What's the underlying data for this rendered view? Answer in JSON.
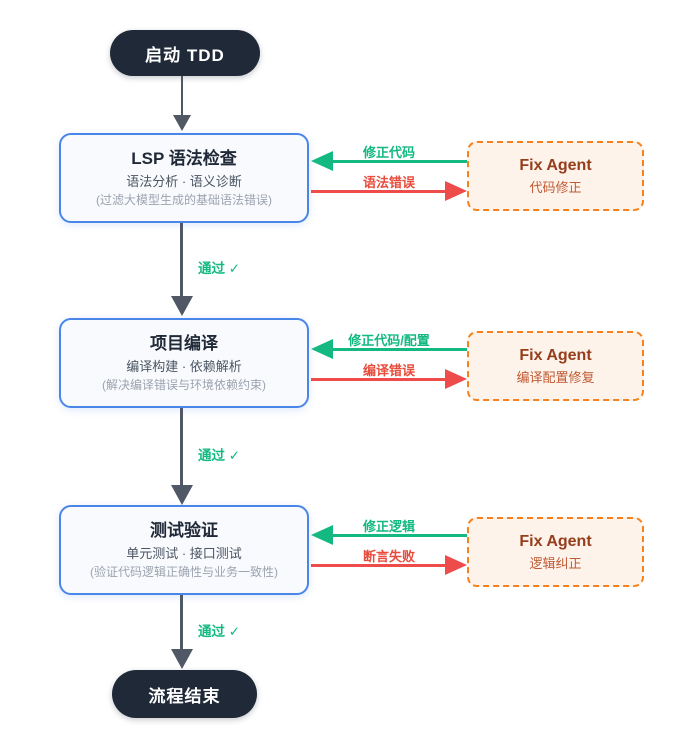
{
  "start_node": {
    "label": "启动 TDD"
  },
  "end_node": {
    "label": "流程结束"
  },
  "pass_label": "通过 ✓",
  "stages": [
    {
      "title": "LSP 语法检查",
      "subtitle": "语法分析 · 语义诊断",
      "note": "(过滤大模型生成的基础语法错误)",
      "fix_label": "修正代码",
      "error_label": "语法错误",
      "fix_agent": {
        "title": "Fix Agent",
        "subtitle": "代码修正"
      }
    },
    {
      "title": "项目编译",
      "subtitle": "编译构建 · 依赖解析",
      "note": "(解决编译错误与环境依赖约束)",
      "fix_label": "修正代码/配置",
      "error_label": "编译错误",
      "fix_agent": {
        "title": "Fix Agent",
        "subtitle": "编译配置修复"
      }
    },
    {
      "title": "测试验证",
      "subtitle": "单元测试 · 接口测试",
      "note": "(验证代码逻辑正确性与业务一致性)",
      "fix_label": "修正逻辑",
      "error_label": "断言失败",
      "fix_agent": {
        "title": "Fix Agent",
        "subtitle": "逻辑纠正"
      }
    }
  ],
  "colors": {
    "node_dark": "#1f2937",
    "box_border_blue": "#4a86e8",
    "box_bg": "#f8fafd",
    "green": "#13b981",
    "red": "#ee4b4b",
    "orange_dash": "#f5821f",
    "fix_bg": "#fdf3ea",
    "fix_title": "#963d1c",
    "fix_subtitle": "#c05a33",
    "arrow_gray": "#4f5864"
  }
}
